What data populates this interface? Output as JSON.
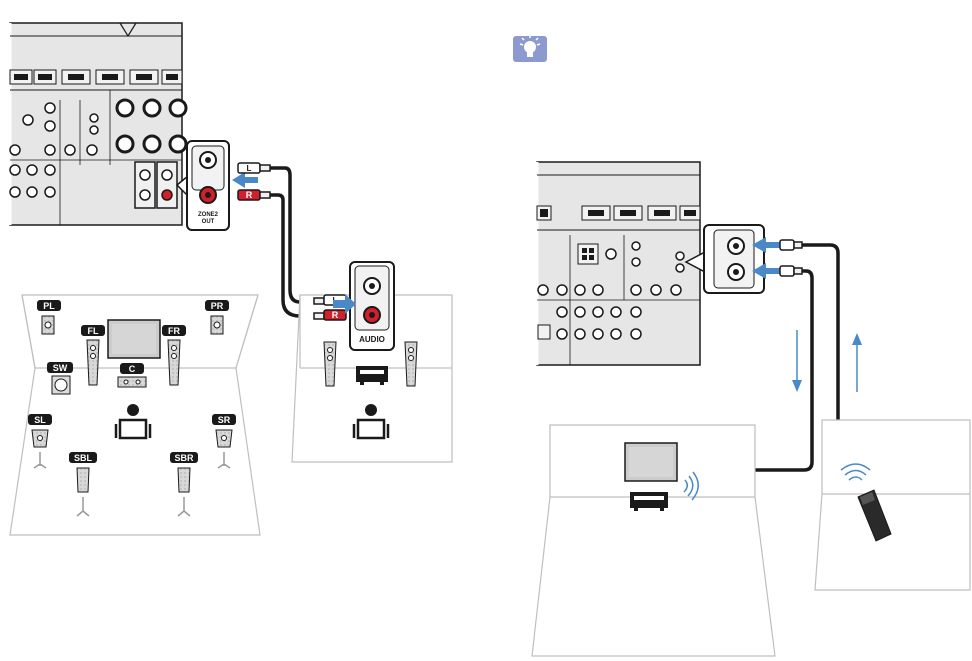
{
  "colors": {
    "panel": "#e6e6e6",
    "panel_dark": "#cfcfcf",
    "outline": "#1a1a1a",
    "room_line": "#bfbfbf",
    "arrow_blue": "#4a88c7",
    "jack_red": "#d21f2b",
    "signal_blue": "#4a88c7",
    "tip_icon": "#8d9ad0"
  },
  "icons": {
    "tip": "light-bulb-icon",
    "signal": "wireless-signal-icon",
    "remote": "remote-control-icon"
  },
  "connector": {
    "zone_label_line1": "ZONE2",
    "zone_label_line2": "OUT",
    "plug_left": "L",
    "plug_right": "R",
    "audio_label": "AUDIO"
  },
  "speakers": {
    "front_left": "FL",
    "front_right": "FR",
    "presence_left": "PL",
    "presence_right": "PR",
    "center": "C",
    "subwoofer": "SW",
    "surround_left": "SL",
    "surround_right": "SR",
    "surround_back_left": "SBL",
    "surround_back_right": "SBR"
  }
}
